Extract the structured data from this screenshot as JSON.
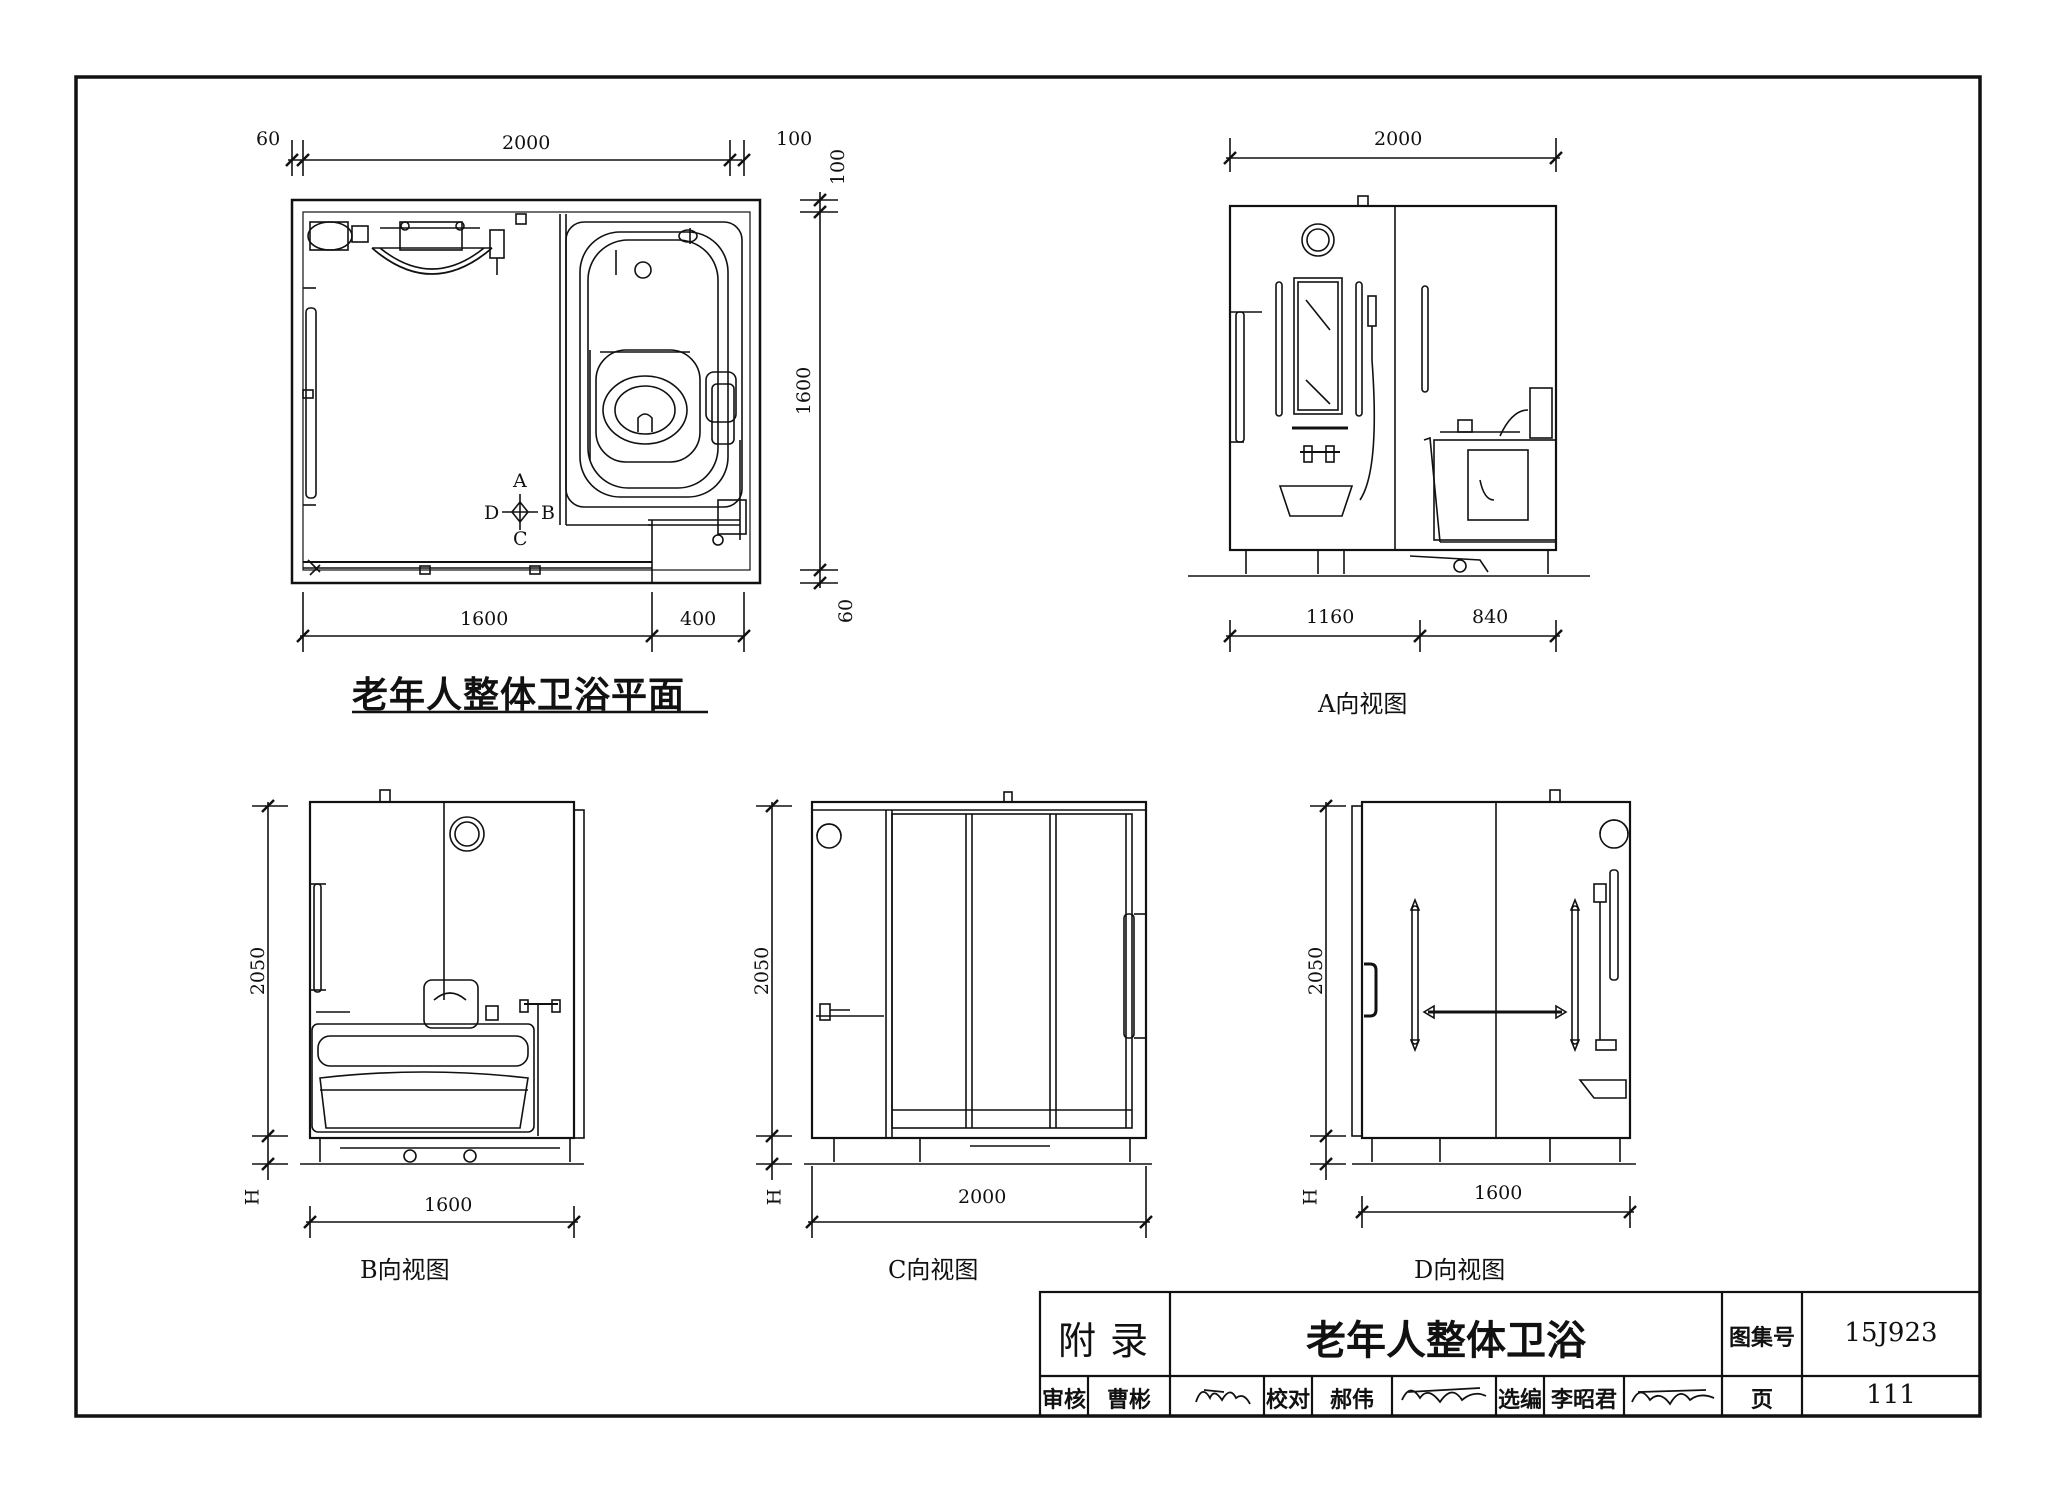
{
  "plan": {
    "title": "老年人整体卫浴平面",
    "dims_top": [
      "60",
      "2000",
      "100"
    ],
    "dims_right": [
      "100",
      "1600",
      "60"
    ],
    "dims_bottom": [
      "1600",
      "400"
    ],
    "direction_marks": [
      "A",
      "B",
      "C",
      "D"
    ]
  },
  "view_a": {
    "title": "A向视图",
    "dim_top": "2000",
    "dims_bottom": [
      "1160",
      "840"
    ]
  },
  "view_b": {
    "title": "B向视图",
    "dim_height": "2050",
    "dim_h": "H",
    "dim_width": "1600"
  },
  "view_c": {
    "title": "C向视图",
    "dim_height": "2050",
    "dim_h": "H",
    "dim_width": "2000"
  },
  "view_d": {
    "title": "D向视图",
    "dim_height": "2050",
    "dim_h": "H",
    "dim_width": "1600"
  },
  "title_block": {
    "section": "附录",
    "drawing_title": "老年人整体卫浴",
    "atlas_label": "图集号",
    "atlas_no": "15J923",
    "review_label": "审核",
    "reviewer": "曹彬",
    "check_label": "校对",
    "checker": "郝伟",
    "editor_label": "选编",
    "editor": "李昭君",
    "page_label": "页",
    "page_no": "111"
  }
}
